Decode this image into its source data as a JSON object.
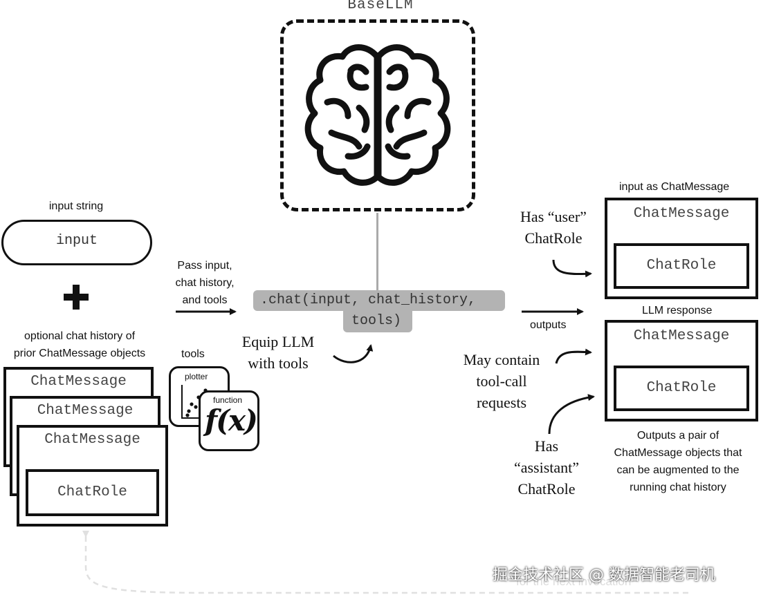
{
  "llm": {
    "title": "BaseLLM",
    "icon": "brain-icon"
  },
  "chat_call": {
    "line1": ".chat(input, chat_history,",
    "line2": "tools)"
  },
  "input": {
    "label": "input string",
    "text": "input"
  },
  "plus": "+",
  "history": {
    "label_line1": "optional chat history of",
    "label_line2": "prior ChatMessage objects",
    "cards": [
      "ChatMessage",
      "ChatMessage",
      "ChatMessage"
    ],
    "role": "ChatRole"
  },
  "tools": {
    "label": "tools",
    "plotter": "plotter",
    "function": "function",
    "function_glyph": "f(x)"
  },
  "pass_note": [
    "Pass input,",
    "chat history,",
    "and tools"
  ],
  "equip_note": [
    "Equip LLM",
    "with tools"
  ],
  "outputs_note": "outputs",
  "input_msg": {
    "label": "input as ChatMessage",
    "title": "ChatMessage",
    "role": "ChatRole",
    "note": [
      "Has “user”",
      "ChatRole"
    ]
  },
  "response_msg": {
    "label": "LLM response",
    "title": "ChatMessage",
    "role": "ChatRole",
    "tool_note": [
      "May contain",
      "tool-call",
      "requests"
    ],
    "assistant_note": [
      "Has",
      "“assistant”",
      "ChatRole"
    ]
  },
  "pair_note": [
    "Outputs a pair of",
    "ChatMessage objects that",
    "can be augmented to the",
    "running chat history"
  ],
  "next_invocation": "for the next invocation",
  "watermark": "掘金技术社区 @ 数据智能老司机"
}
